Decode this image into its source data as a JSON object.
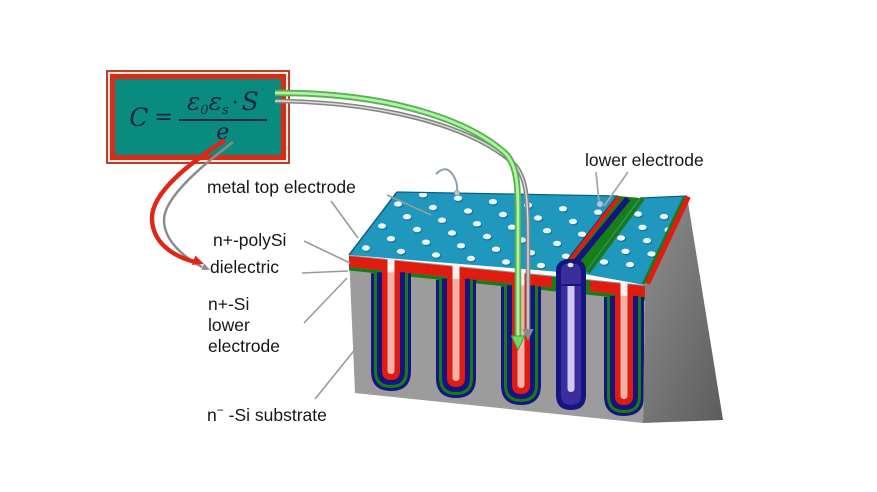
{
  "formula": {
    "lhs": "C",
    "equals": "=",
    "epsilon1": "ε",
    "epsilon1_sub": "0",
    "epsilon2": "ε",
    "epsilon2_sub": "s",
    "dot": "·",
    "area": "S",
    "denominator": "e"
  },
  "labels": {
    "metal_top_electrode": "metal top electrode",
    "n_plus_polysi": "n+-polySi",
    "dielectric": "dielectric",
    "n_plus_si": "n+-Si",
    "lower": "lower",
    "electrode": "electrode",
    "substrate_prefix": "n",
    "substrate_sup": "−",
    "substrate_rest": " -Si substrate",
    "lower_electrode": "lower electrode"
  },
  "colors": {
    "background": "#ffffff",
    "formula_box_fill": "#0a8b80",
    "formula_box_border": "#d92c17",
    "formula_text": "#14263c",
    "top_face_cyan": "#2097bd",
    "front_face_gray": "#9c9c9c",
    "right_face_light": "#8f8f8f",
    "right_face_dark": "#5c5c5c",
    "poly_red": "#e01c10",
    "trench_core_pink": "#f2b4aa",
    "dielectric_navy": "#151580",
    "lower_electrode_green": "#187a18",
    "groove_green": "#168016",
    "purple_trench": "#3b2d9c",
    "purple_core": "#cfc8ef",
    "dot_white": "#eaf7ff",
    "dot_shadow": "#0e6e8e",
    "arrow_green": "#74d868",
    "arrow_green_dark": "#55b44b",
    "arrow_gray": "#8a8a8a",
    "arrow_red": "#e02616",
    "pointer_gray": "#9a9a9a",
    "edge_dark": "#0b6080"
  }
}
